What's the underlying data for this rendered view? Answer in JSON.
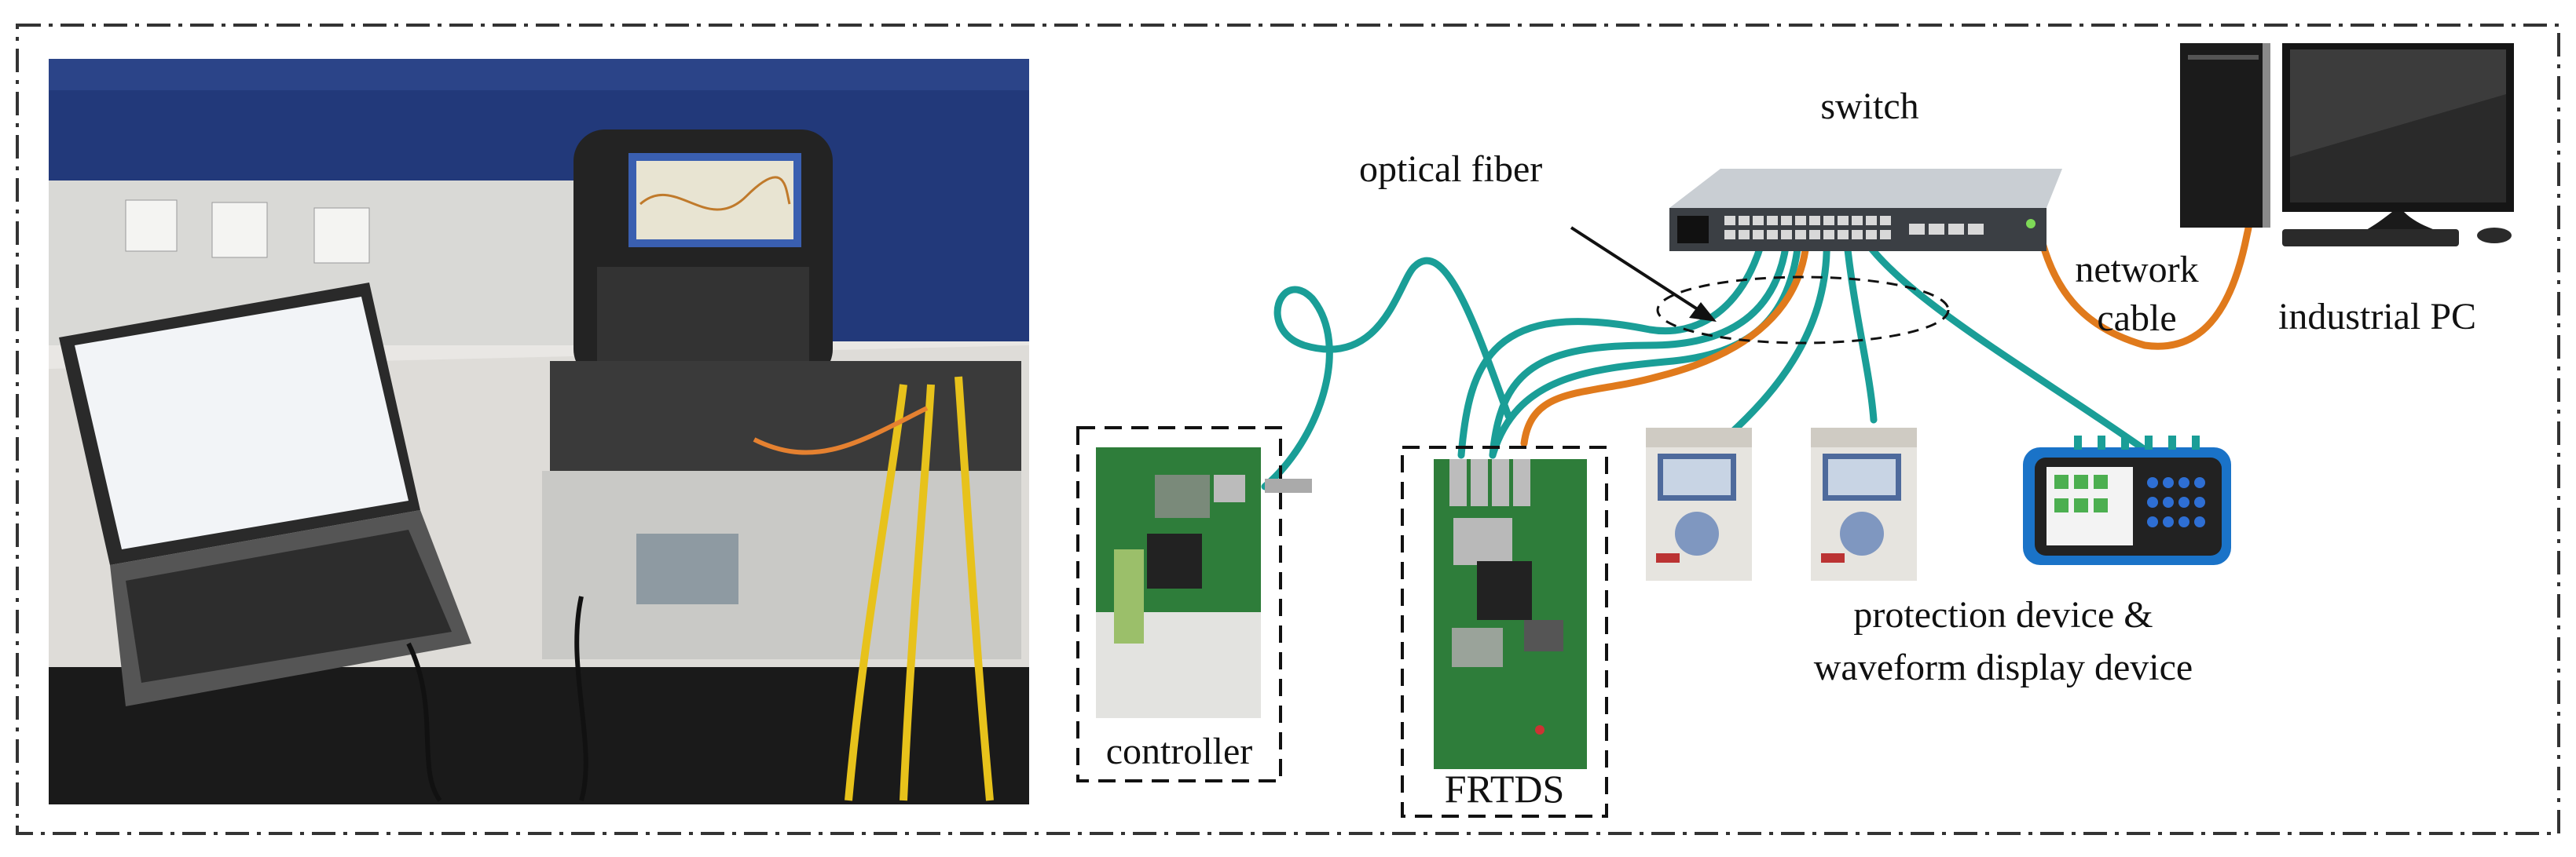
{
  "labels": {
    "switch": "switch",
    "optical_fiber": "optical fiber",
    "network_cable_line1": "network",
    "network_cable_line2": "cable",
    "industrial_pc": "industrial PC",
    "controller": "controller",
    "frtds": "FRTDS",
    "devices_line1": "protection device &",
    "devices_line2": "waveform display device"
  },
  "colors": {
    "fiber": "#1a9e97",
    "network_cable": "#e07a1c",
    "dashed_frame": "#333333",
    "board": "#2e7d3a"
  },
  "icons": [
    "photo-of-test-bench",
    "switch-icon",
    "monitor-icon",
    "pc-tower-icon",
    "keyboard-icon",
    "mouse-icon",
    "controller-board-icon",
    "frtds-board-icon",
    "protection-device-icon",
    "waveform-display-device-icon"
  ]
}
